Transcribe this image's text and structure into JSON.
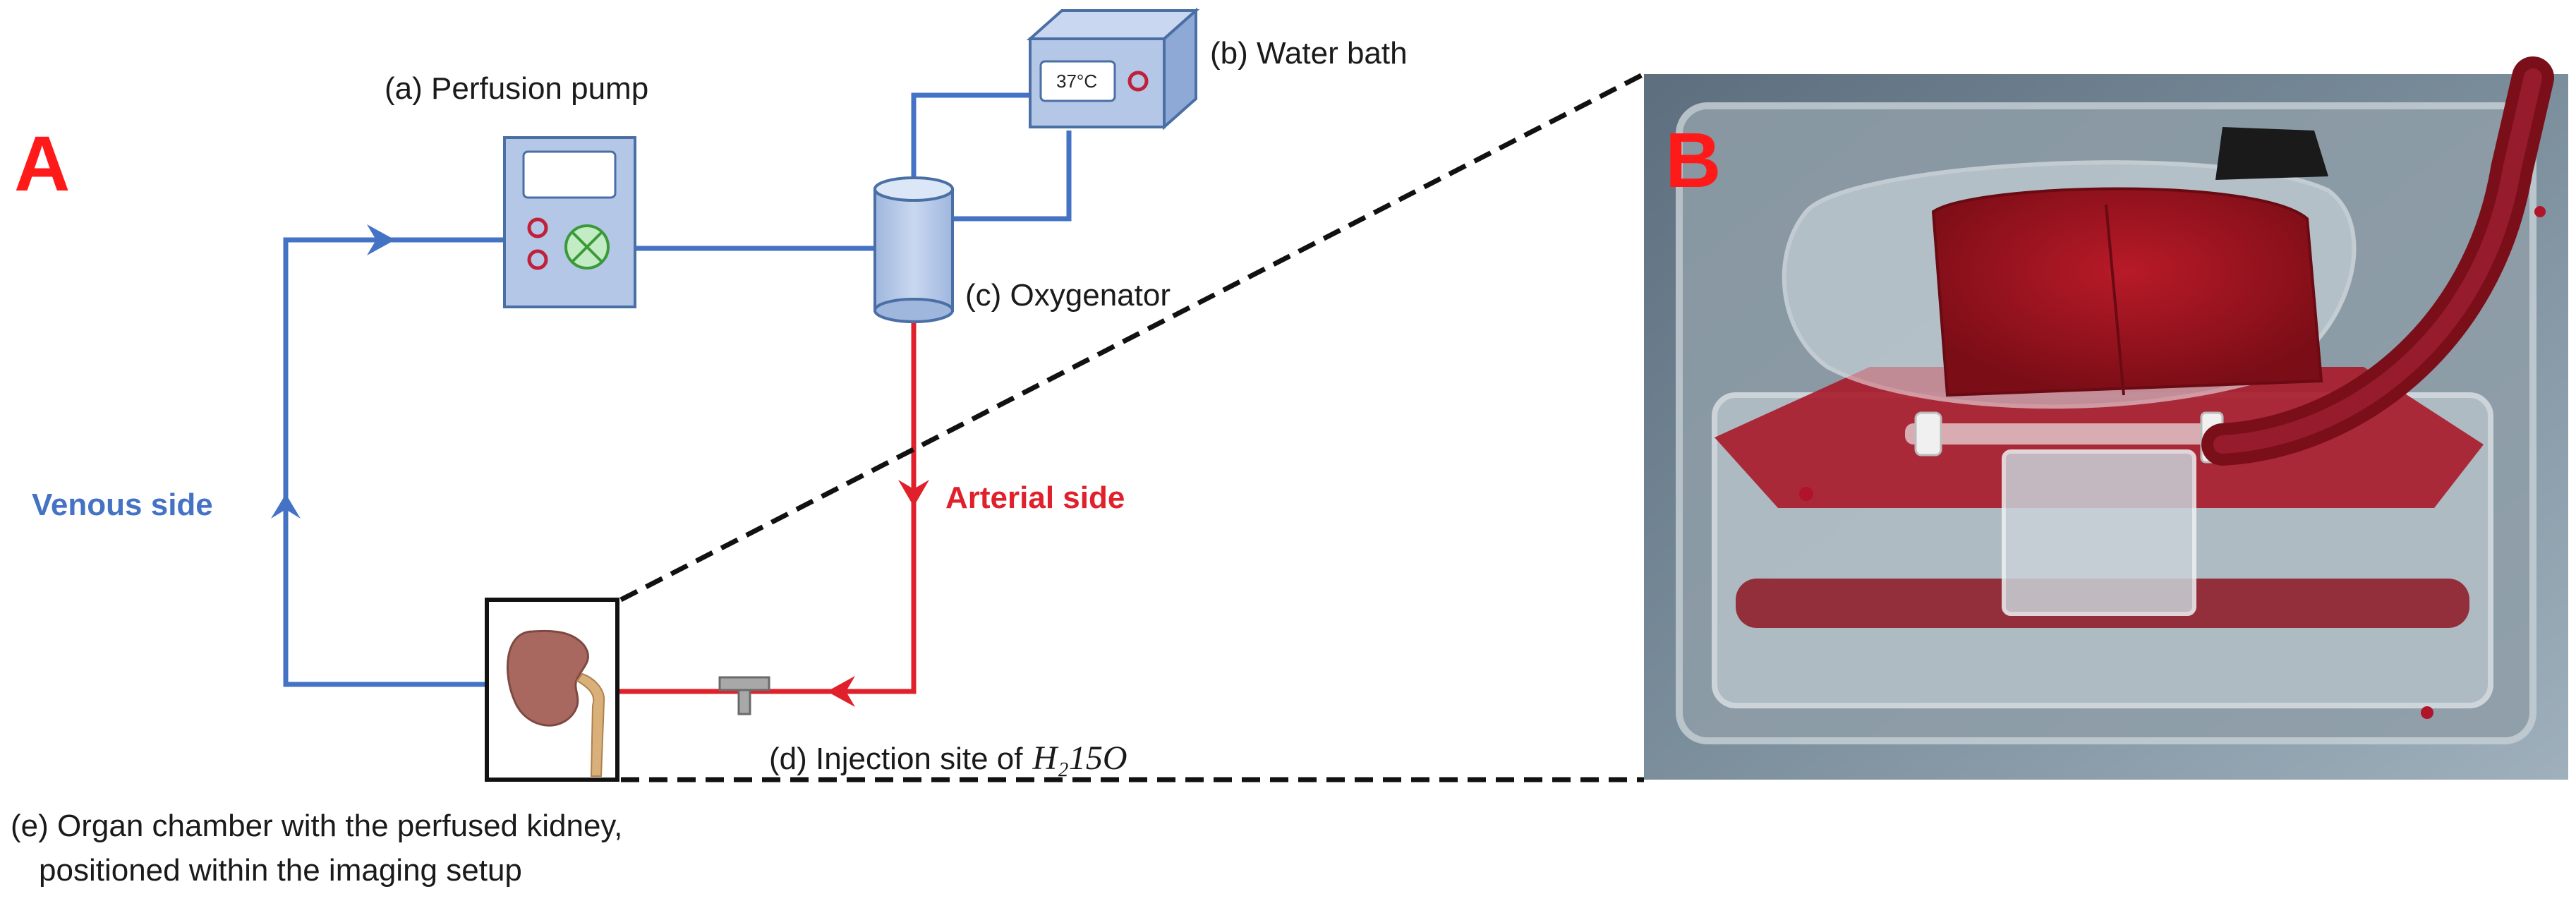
{
  "panels": {
    "a": "A",
    "b": "B"
  },
  "labels": {
    "pump": "(a) Perfusion pump",
    "water_bath": "(b) Water bath",
    "oxygenator": "(c) Oxygenator",
    "injection_prefix": "(d) Injection site of",
    "injection_formula": "H₂15O",
    "chamber_line1": "(e) Organ chamber with the perfused kidney,",
    "chamber_line2": "positioned within the imaging setup",
    "venous": "Venous side",
    "arterial": "Arterial side",
    "temperature": "37°C"
  },
  "colors": {
    "venous": "#4472c4",
    "arterial": "#e0202a",
    "panel_label": "#ff1a1a",
    "device_fill": "#b4c7e7",
    "device_stroke": "#4a6fa5"
  }
}
